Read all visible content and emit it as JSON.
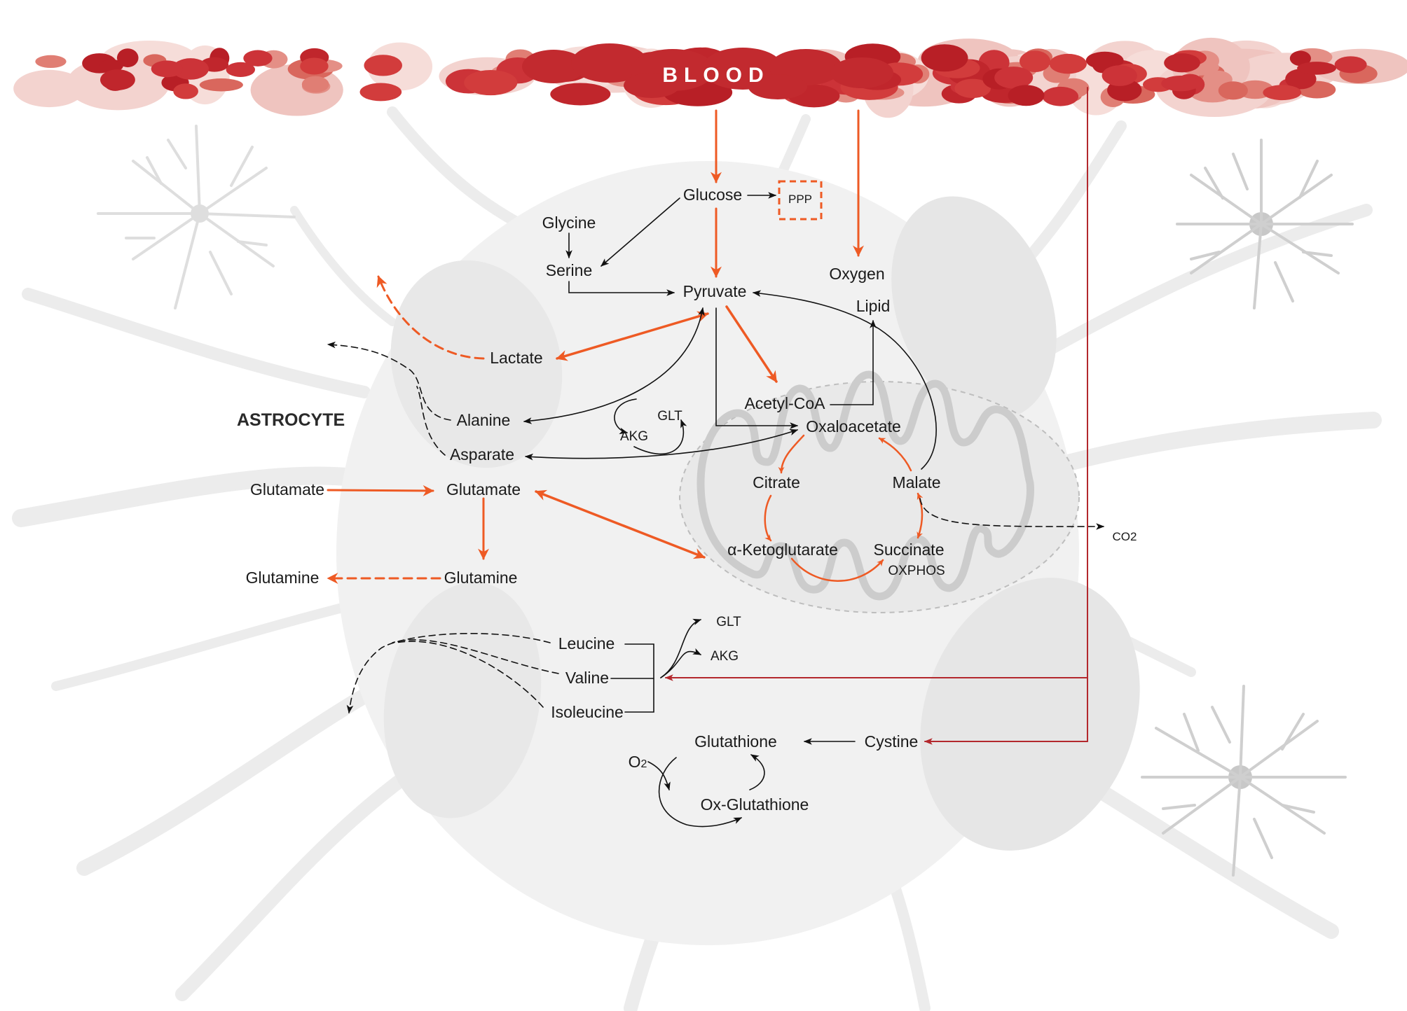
{
  "title": "BLOOD",
  "cell_label": "ASTROCYTE",
  "colors": {
    "orange": "#ee5a24",
    "blood_red": "#c0262c",
    "dark_red": "#b3282d",
    "black": "#111111",
    "cell_bg": "#f0f0f0",
    "mito_bg": "#e9e9e9"
  },
  "labels": {
    "glucose": "Glucose",
    "ppp": "PPP",
    "glycine": "Glycine",
    "serine": "Serine",
    "pyruvate": "Pyruvate",
    "oxygen": "Oxygen",
    "lipid": "Lipid",
    "lactate": "Lactate",
    "alanine": "Alanine",
    "asparate": "Asparate",
    "glt1": "GLT",
    "akg1": "AKG",
    "acetyl_coa": "Acetyl-CoA",
    "oxaloacetate": "Oxaloacetate",
    "citrate": "Citrate",
    "malate": "Malate",
    "alpha_kg": "α-Ketoglutarate",
    "succinate": "Succinate",
    "oxphos": "OXPHOS",
    "co2": "CO2",
    "glutamate_out": "Glutamate",
    "glutamate_in": "Glutamate",
    "glutamine_in": "Glutamine",
    "glutamine_out": "Glutamine",
    "leucine": "Leucine",
    "valine": "Valine",
    "isoleucine": "Isoleucine",
    "glt2": "GLT",
    "akg2": "AKG",
    "glutathione": "Glutathione",
    "cystine": "Cystine",
    "o2_base": "O",
    "o2_sub": "2",
    "ox_glutathione": "Ox-Glutathione"
  }
}
